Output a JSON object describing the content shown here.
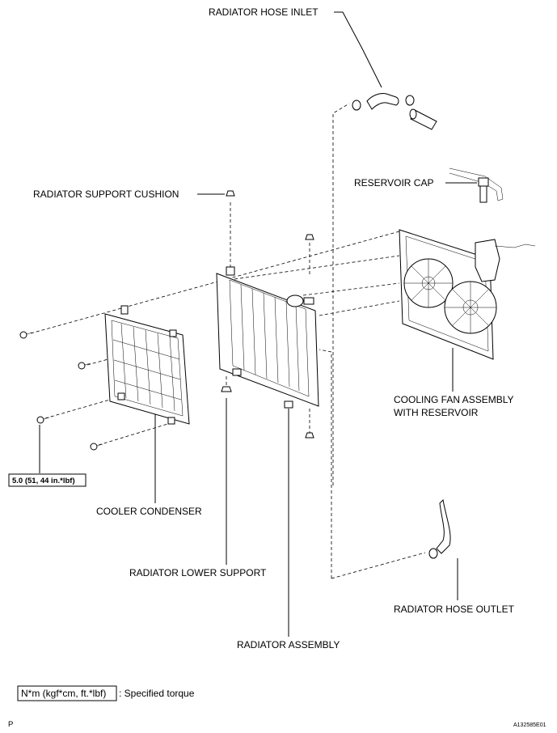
{
  "labels": {
    "radiator_hose_inlet": "RADIATOR HOSE INLET",
    "reservoir_cap": "RESERVOIR CAP",
    "radiator_support_cushion": "RADIATOR SUPPORT CUSHION",
    "cooling_fan_line1": "COOLING FAN ASSEMBLY",
    "cooling_fan_line2": "WITH RESERVOIR",
    "cooler_condenser": "COOLER CONDENSER",
    "radiator_lower_support": "RADIATOR LOWER SUPPORT",
    "radiator_hose_outlet": "RADIATOR HOSE OUTLET",
    "radiator_assembly": "RADIATOR ASSEMBLY"
  },
  "torque": {
    "value": "5.0 (51, 44 in.*lbf)"
  },
  "legend": {
    "unit": "N*m (kgf*cm, ft.*lbf)",
    "text": ": Specified torque"
  },
  "footer": {
    "page_letter": "P",
    "figure_id": "A132585E01"
  }
}
